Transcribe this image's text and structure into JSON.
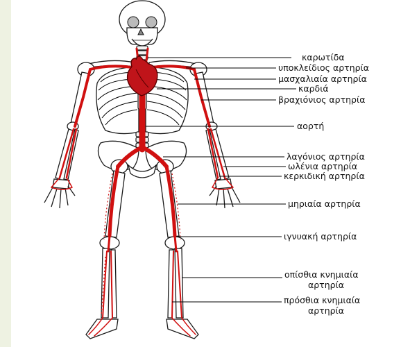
{
  "colors": {
    "artery": "#d01010",
    "bone_outline": "#1a1a1a",
    "left_bar": "#eef2e2"
  },
  "labels": [
    {
      "id": "carotid",
      "text": "καρωτίδα"
    },
    {
      "id": "subclavian",
      "text": "υποκλείδιος αρτηρία"
    },
    {
      "id": "axillary",
      "text": "μασχαλιαία αρτηρία"
    },
    {
      "id": "heart",
      "text": "καρδιά"
    },
    {
      "id": "brachial",
      "text": "βραχιόνιος αρτηρία"
    },
    {
      "id": "aorta",
      "text": "αορτή"
    },
    {
      "id": "iliac",
      "text": "λαγόνιος αρτηρία"
    },
    {
      "id": "ulnar",
      "text": "ωλένια αρτηρία"
    },
    {
      "id": "radial",
      "text": "κερκιδική αρτηρία"
    },
    {
      "id": "femoral",
      "text": "μηριαία αρτηρία"
    },
    {
      "id": "popliteal",
      "text": "ιγνυακή αρτηρία"
    },
    {
      "id": "posterior_tibial",
      "text": "οπίσθια κνημιαία",
      "text2": "αρτηρία"
    },
    {
      "id": "anterior_tibial",
      "text": "πρόσθια κνημιαία",
      "text2": "αρτηρία"
    }
  ]
}
